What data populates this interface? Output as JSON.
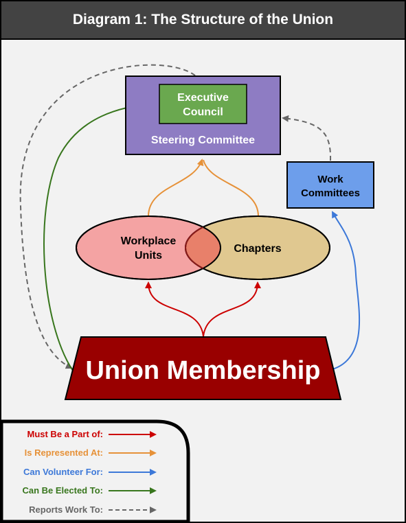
{
  "title": "Diagram 1: The Structure of the Union",
  "nodes": {
    "executive_council": {
      "line1": "Executive",
      "line2": "Council"
    },
    "steering_committee": "Steering Committee",
    "work_committees": {
      "line1": "Work",
      "line2": "Committees"
    },
    "workplace_units": {
      "line1": "Workplace",
      "line2": "Units"
    },
    "chapters": "Chapters",
    "union_membership": "Union Membership"
  },
  "legend": [
    {
      "label": "Must Be a Part of:",
      "color": "#cc0000",
      "style": "solid"
    },
    {
      "label": "Is Represented At:",
      "color": "#e69138",
      "style": "solid"
    },
    {
      "label": "Can Volunteer For:",
      "color": "#3c78d8",
      "style": "solid"
    },
    {
      "label": "Can Be Elected To:",
      "color": "#38761d",
      "style": "solid"
    },
    {
      "label": "Reports Work To:",
      "color": "#666666",
      "style": "dashed"
    }
  ],
  "colors": {
    "header": "#434343",
    "steering_committee": "#8e7cc3",
    "executive_council": "#6aa84f",
    "work_committees": "#6d9eeb",
    "workplace_units": "#f4a3a3",
    "chapters": "#e0c890",
    "union_membership": "#990000"
  }
}
